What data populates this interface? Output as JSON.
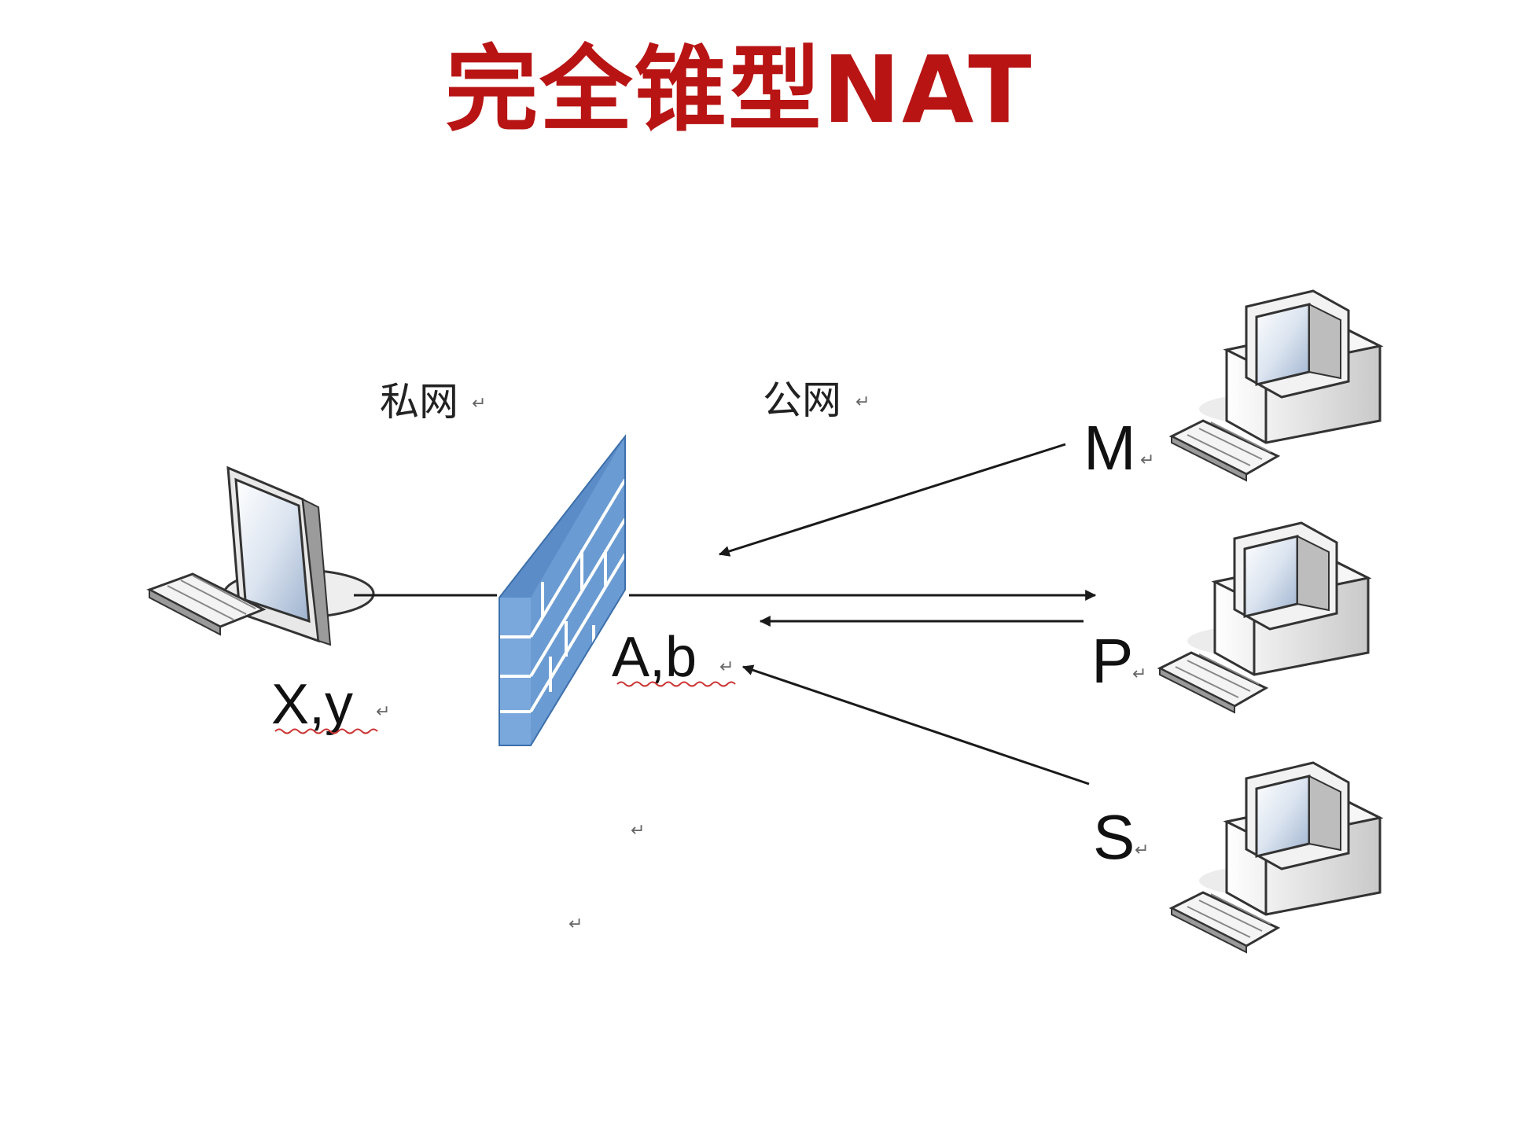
{
  "title": "完全锥型NAT",
  "labels": {
    "private_net": "私网",
    "public_net": "公网",
    "internal_addr": "X,y",
    "nat_addr": "A,b",
    "host_m": "M",
    "host_p": "P",
    "host_s": "S",
    "return_mark": "↵"
  },
  "colors": {
    "title": "#b81414",
    "firewall": "#6fa0d4",
    "line": "#1a1a1a",
    "squiggle": "#cc3333"
  },
  "icons": [
    "desktop-computer-icon",
    "firewall-icon",
    "tower-computer-icon"
  ]
}
